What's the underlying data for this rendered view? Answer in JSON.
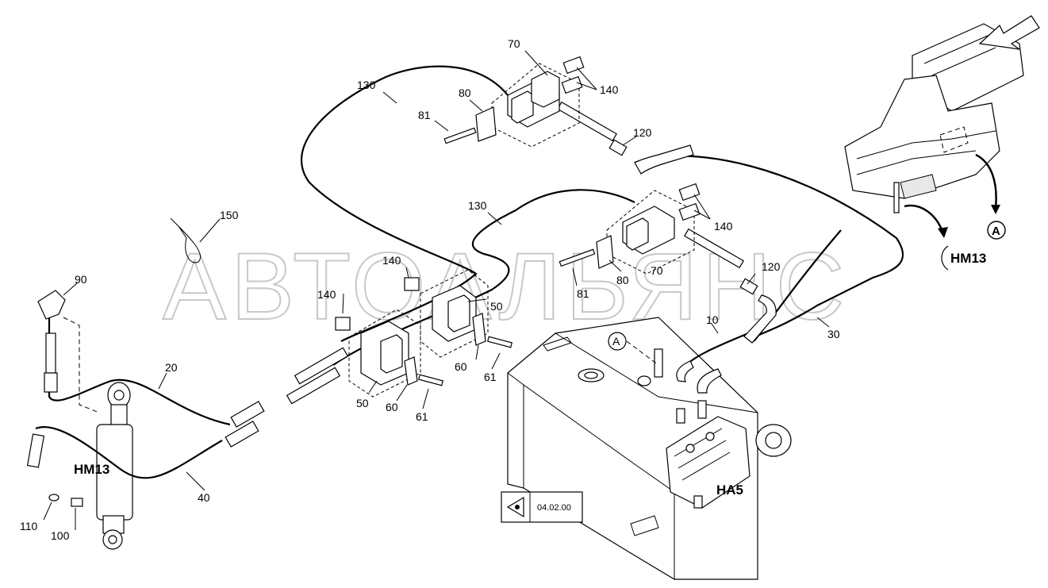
{
  "watermark": "АВТОАЛЬЯНС",
  "callouts": {
    "c10": "10",
    "c20": "20",
    "c30": "30",
    "c40": "40",
    "c50a": "50",
    "c50b": "50",
    "c60a": "60",
    "c60b": "60",
    "c61a": "61",
    "c61b": "61",
    "c70a": "70",
    "c70b": "70",
    "c80a": "80",
    "c80b": "80",
    "c81a": "81",
    "c81b": "81",
    "c90": "90",
    "c100": "100",
    "c110": "110",
    "c120a": "120",
    "c120b": "120",
    "c130a": "130",
    "c130b": "130",
    "c140a": "140",
    "c140b": "140",
    "c140c": "140",
    "c140d": "140",
    "c150": "150"
  },
  "component_labels": {
    "cylinder": "HM13",
    "valve": "HA5",
    "inset_hm13": "HM13"
  },
  "view_markers": {
    "tank_view": "A",
    "inset_view": "A"
  },
  "reference_box": {
    "icon": "eye-view-icon",
    "text": "04.02.00"
  }
}
